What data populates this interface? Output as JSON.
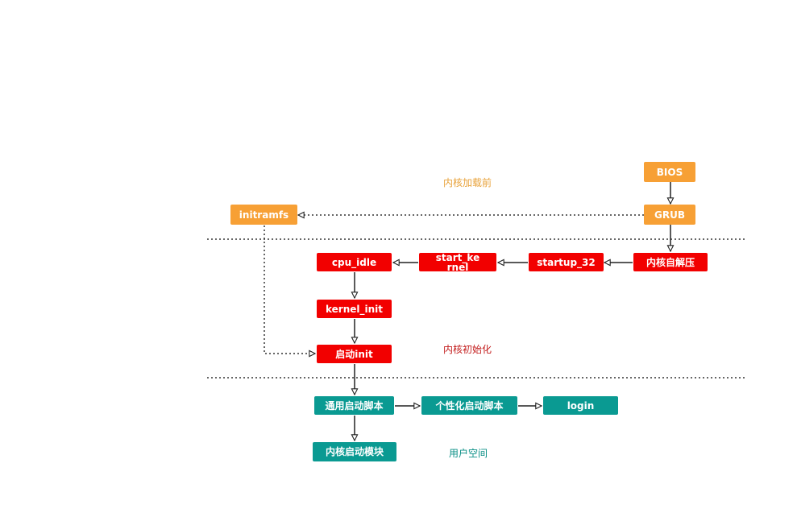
{
  "stages": {
    "before_load": "内核加载前",
    "kernel_init": "内核初始化",
    "user_space": "用户空间"
  },
  "nodes": {
    "bios": "BIOS",
    "grub": "GRUB",
    "initramfs": "initramfs",
    "decompress": "内核自解压",
    "startup_32": "startup_32",
    "start_kernel": "start_kernel",
    "cpu_idle": "cpu_idle",
    "kernel_init_fn": "kernel_init",
    "start_init": "启动init",
    "generic_scripts": "通用启动脚本",
    "personal_scripts": "个性化启动脚本",
    "login": "login",
    "kernel_modules": "内核启动模块"
  },
  "colors": {
    "orange": "#f7a035",
    "red": "#f20000",
    "teal": "#0a9a92",
    "stage_before": "#e8a23a",
    "stage_kernel": "#c21a1a",
    "stage_user": "#0a8f86"
  }
}
